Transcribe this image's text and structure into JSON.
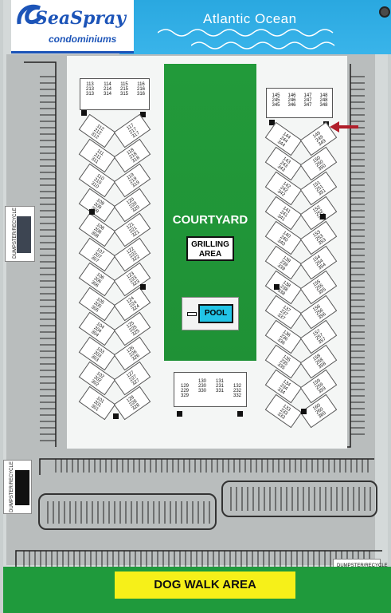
{
  "header": {
    "logo_main": "SeaSpray",
    "logo_sub": "condominiums",
    "ocean_label": "Atlantic Ocean"
  },
  "areas": {
    "courtyard": "COURTYARD",
    "grilling_line1": "GRILLING",
    "grilling_line2": "AREA",
    "pool": "POOL",
    "dog_walk": "DOG WALK AREA"
  },
  "dumpsters": {
    "left_upper": "DUMPSTER/RECYCLE",
    "left_lower": "DUMPSTER/RECYCLE",
    "right_lower": "DUMPSTER/RECYCLE"
  },
  "buildings": {
    "top_left": [
      "113\n213\n313",
      "114\n214\n314",
      "115\n215\n315",
      "116\n216\n316"
    ],
    "top_right": [
      "145\n245\n345",
      "146\n246\n346",
      "147\n247\n347",
      "148\n248\n348"
    ],
    "bottom_center": [
      "129\n229\n329",
      "130\n230\n330",
      "131\n231\n331",
      "132\n232\n332"
    ],
    "left_column_a": [
      "112",
      "111",
      "110",
      "109",
      "108",
      "107",
      "106",
      "105",
      "104",
      "103",
      "102",
      "101"
    ],
    "left_column_b": [
      "117",
      "118",
      "119",
      "120",
      "121",
      "122",
      "123",
      "124",
      "125",
      "126",
      "127",
      "128"
    ],
    "right_column_a": [
      "144",
      "143",
      "142",
      "141",
      "140",
      "139",
      "138",
      "137",
      "136",
      "135",
      "134",
      "133"
    ],
    "right_column_b": [
      "149",
      "150",
      "151",
      "152",
      "153",
      "154",
      "155",
      "156",
      "157",
      "158",
      "159",
      "160"
    ]
  },
  "colors": {
    "ocean": "#2aa8e0",
    "grass": "#229a3a",
    "pool": "#22c4e6",
    "dog_label": "#f6f019",
    "marker_arrow": "#b01e2a",
    "logo_blue": "#1c54b8"
  }
}
